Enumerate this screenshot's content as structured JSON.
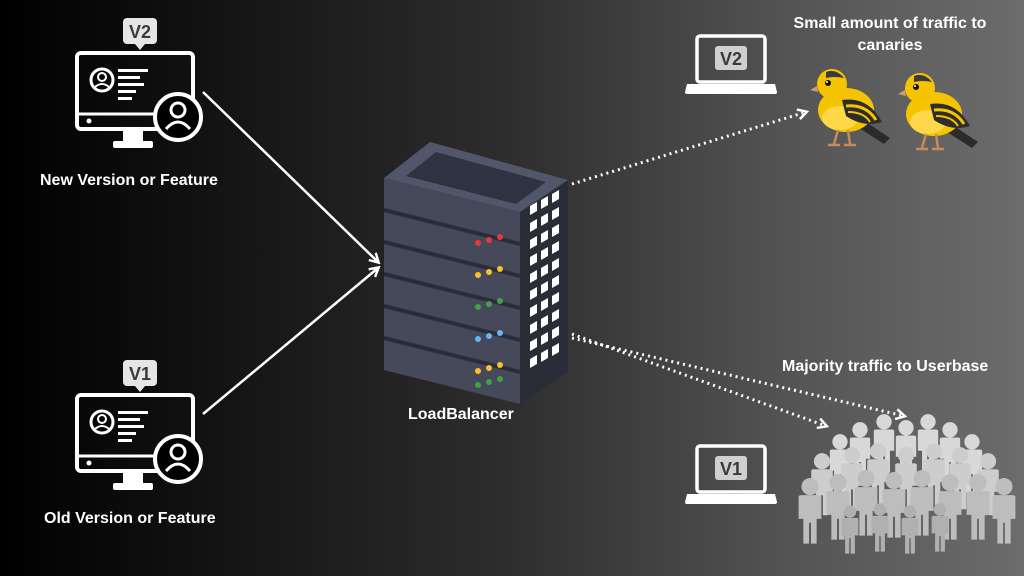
{
  "nodes": {
    "new_version": {
      "badge": "V2",
      "label": "New Version or Feature"
    },
    "old_version": {
      "badge": "V1",
      "label": "Old Version or Feature"
    },
    "load_balancer": {
      "label": "LoadBalancer"
    },
    "canary_laptop": {
      "badge": "V2"
    },
    "canary_caption": {
      "line1": "Small amount of traffic to",
      "line2": "canaries"
    },
    "userbase_laptop": {
      "badge": "V1"
    },
    "userbase_caption": {
      "label": "Majority traffic to Userbase"
    }
  },
  "colors": {
    "background_start": "#000000",
    "background_end": "#6c6c6c",
    "line": "#ffffff",
    "server_body": "#4a4d5c",
    "led_red": "#e53935",
    "led_yellow": "#fbc02d",
    "led_green": "#43a047",
    "led_blue": "#64b5f6",
    "canary_yellow": "#f5c400",
    "people_gray": "#c9c9c9"
  },
  "icons": [
    "desktop-monitor-icon",
    "user-avatar-icon",
    "server-rack-icon",
    "laptop-icon",
    "canary-bird-icon",
    "crowd-icon"
  ]
}
